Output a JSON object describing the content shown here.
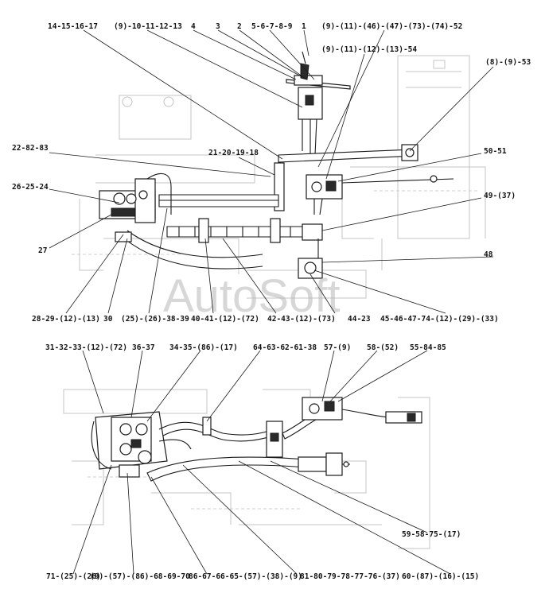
{
  "watermark": "AutoSoft",
  "callouts": {
    "c1": "14-15-16-17",
    "c2": "(9)-10-11-12-13",
    "c3": "4",
    "c4": "3",
    "c5": "2",
    "c6": "5-6-7-8-9",
    "c7": "1",
    "c8": "(9)-(11)-(46)-(47)-(73)-(74)-52",
    "c9": "(9)-(11)-(12)-(13)-54",
    "c10": "(8)-(9)-53",
    "c11": "22-82-83",
    "c12": "21-20-19-18",
    "c13": "50-51",
    "c14": "26-25-24",
    "c15": "49-(37)",
    "c16": "27",
    "c17": "48",
    "c18": "28-29-(12)-(13)",
    "c19": "30",
    "c20": "(25)-(26)-38-39",
    "c21": "40-41-(12)-(72)",
    "c22": "42-43-(12)-(73)",
    "c23": "44-23",
    "c24": "45-46-47-74-(12)-(29)-(33)",
    "c25": "31-32-33-(12)-(72)",
    "c26": "36-37",
    "c27": "34-35-(86)-(17)",
    "c28": "64-63-62-61-38",
    "c29": "57-(9)",
    "c30": "58-(52)",
    "c31": "55-84-85",
    "c32": "59-58-75-(17)",
    "c33": "71-(25)-(26)",
    "c34": "(9)-(57)-(86)-68-69-70",
    "c35": "86-67-66-65-(57)-(38)-(9)",
    "c36": "81-80-79-78-77-76-(37)",
    "c37": "60-(87)-(16)-(15)"
  }
}
